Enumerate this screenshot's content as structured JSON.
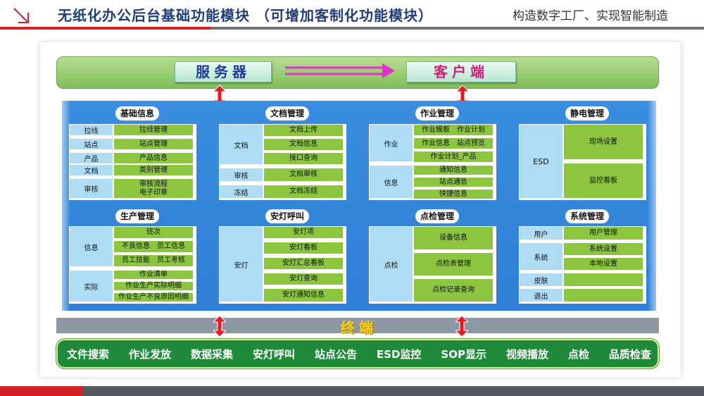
{
  "header": {
    "title": "无纸化办公后台基础功能模块 （可增加客制化功能模块）",
    "slogan": "构造数字工厂、实现智能制造"
  },
  "top": {
    "server": "服务器",
    "client": "客户端"
  },
  "terminal": "终端",
  "colors": {
    "red": "#d42027",
    "blue": "#3a8de0",
    "green": "#8cc63f",
    "lightblue": "#aedcf4",
    "darkgreen": "#1f8a3a"
  },
  "modules": {
    "basic": {
      "title": "基础信息",
      "rows": [
        {
          "l": "拉线",
          "r": [
            "拉线管理"
          ]
        },
        {
          "l": "站点",
          "r": [
            "站点管理"
          ]
        },
        {
          "l": "产品",
          "r": [
            "产品信息"
          ]
        },
        {
          "l": "文档",
          "r": [
            "类别管理"
          ]
        },
        {
          "l": "审核",
          "r": [
            "审核流程",
            "电子印章"
          ]
        }
      ]
    },
    "doc": {
      "title": "文档管理",
      "groups": [
        {
          "l": "文档",
          "r": [
            "文档上传",
            "文档信息",
            "接口查询"
          ]
        },
        {
          "l": "审核",
          "r": [
            "文档审核"
          ]
        },
        {
          "l": "冻结",
          "r": [
            "文档冻结"
          ]
        }
      ]
    },
    "job": {
      "title": "作业管理",
      "groups": [
        {
          "l": "作业",
          "r": [
            "作业模板　作业计划",
            "作业信息　站点预览",
            "作业计划_产品"
          ]
        },
        {
          "l": "信息",
          "r": [
            "通知信息",
            "站点通告",
            "快捷信息"
          ]
        }
      ]
    },
    "esd": {
      "title": "静电管理",
      "l": "ESD",
      "r": [
        "现场设置",
        "监控看板"
      ]
    },
    "prod": {
      "title": "生产管理",
      "groups": [
        {
          "l": "信息",
          "r": [
            "班次",
            "不良信息　员工信息",
            "员工技能　员工考核"
          ]
        },
        {
          "l": "实际",
          "r": [
            "作业清单",
            "作业生产实际明细",
            "作业生产不良原因明细"
          ]
        }
      ]
    },
    "andon": {
      "title": "安灯呼叫",
      "l": "安灯",
      "r": [
        "安灯项",
        "安灯看板",
        "安灯汇总看板",
        "安灯查询",
        "安灯通知信息"
      ]
    },
    "check": {
      "title": "点检管理",
      "l": "点检",
      "r": [
        "设备信息",
        "点检表管理",
        "点检记录查询"
      ]
    },
    "sys": {
      "title": "系统管理",
      "groups": [
        {
          "l": "用户",
          "r": [
            "用户管理"
          ]
        },
        {
          "l": "系统",
          "r": [
            "系统设置",
            "本地设置"
          ]
        },
        {
          "l": "皮肤",
          "r": [
            ""
          ]
        },
        {
          "l": "退出",
          "r": [
            ""
          ]
        }
      ]
    }
  },
  "bottom": [
    "文件搜索",
    "作业发放",
    "数据采集",
    "安灯呼叫",
    "站点公告",
    "ESD监控",
    "SOP显示",
    "视频播放",
    "点检",
    "品质检查"
  ]
}
